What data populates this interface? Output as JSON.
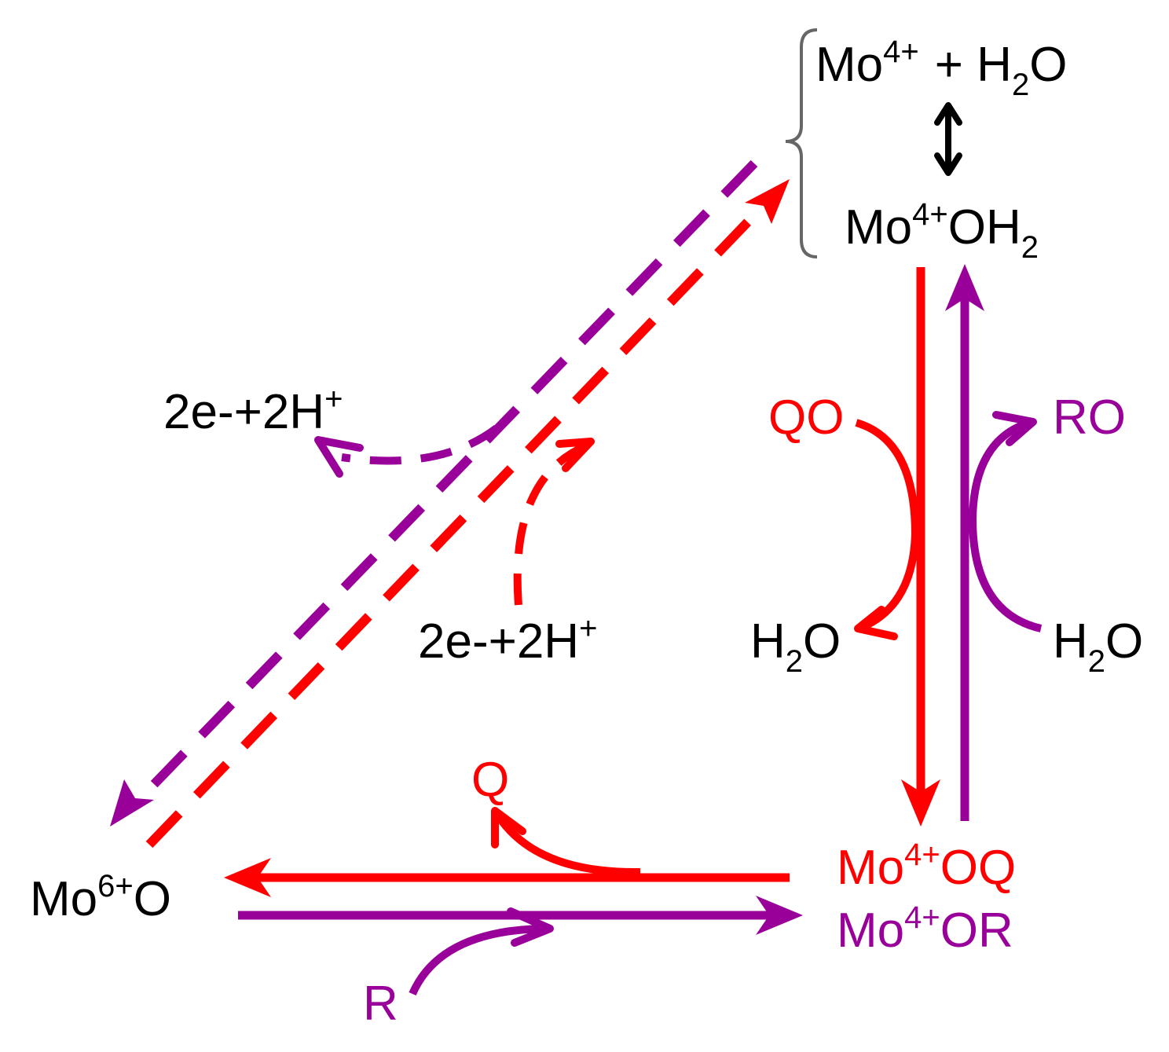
{
  "colors": {
    "red": "#ff0000",
    "purple": "#990099",
    "black": "#000000",
    "gray": "#666666"
  },
  "labels": {
    "mo4_h2o": {
      "mo": "Mo",
      "charge": "4+",
      "plus": "+ H",
      "sub": "2",
      "end": "O"
    },
    "mo4_oh2": {
      "mo": "Mo",
      "charge": "4+",
      "oh": "OH",
      "sub": "2"
    },
    "qo": "QO",
    "ro": "RO",
    "h2o_left": {
      "h": "H",
      "sub": "2",
      "o": "O"
    },
    "h2o_right": {
      "h": "H",
      "sub": "2",
      "o": "O"
    },
    "e_top": {
      "text": "2e-+2H",
      "sup": "+"
    },
    "e_mid": {
      "text": "2e-+2H",
      "sup": "+"
    },
    "q": "Q",
    "r": "R",
    "mo6_o": {
      "mo": "Mo",
      "charge": "6+",
      "o": "O"
    },
    "mo4_oq": {
      "mo": "Mo",
      "charge": "4+",
      "rest": "OQ"
    },
    "mo4_or": {
      "mo": "Mo",
      "charge": "4+",
      "rest": "OR"
    }
  }
}
